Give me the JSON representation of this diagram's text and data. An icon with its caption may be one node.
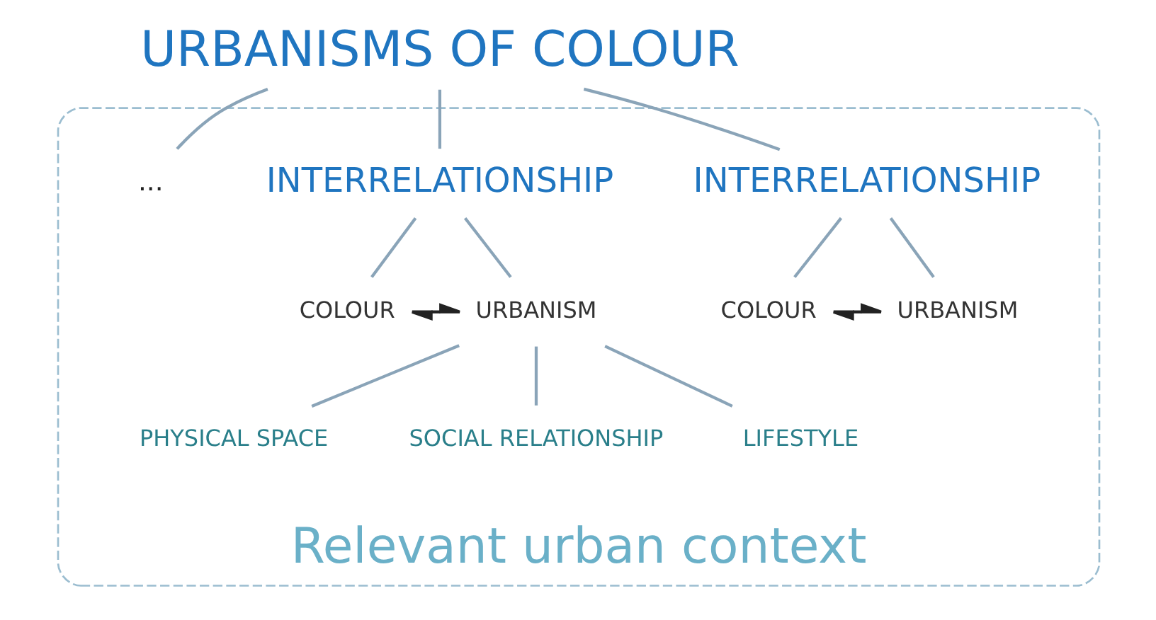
{
  "diagram": {
    "nodes": [
      {
        "text": [
          "URBANISMS OF COLOUR"
        ]
      },
      {
        "text": [
          "Relevant urban context"
        ]
      },
      {
        "text": [
          "INTERRELATIONSHIP"
        ],
        "in": 1
      },
      {
        "text": [
          "COLOUR"
        ],
        "in": 1
      },
      {
        "text": [
          "URBANISM"
        ],
        "in": 1
      },
      {
        "text": [
          "INTERRELATIONSHIP"
        ],
        "in": 1
      },
      {
        "text": [
          "COLOUR"
        ],
        "in": 1
      },
      {
        "text": [
          "URBANISM"
        ],
        "in": 1
      },
      {
        "text": [
          "PHYSICAL SPACE"
        ],
        "in": 1
      },
      {
        "text": [
          "SOCIAL RELATIONSHIP"
        ],
        "in": 1
      },
      {
        "text": [
          "LIFESTYLE"
        ],
        "in": 1
      },
      {
        "text": [
          "..."
        ],
        "in": 1
      }
    ],
    "edges": [
      {
        "from": 0,
        "to": 2,
        "arrow": "none"
      },
      {
        "from": 0,
        "to": 5,
        "arrow": "none"
      },
      {
        "from": 0,
        "to": 11,
        "arrow": "none"
      },
      {
        "from": 2,
        "to": 3,
        "arrow": "none"
      },
      {
        "from": 2,
        "to": 4,
        "arrow": "none"
      },
      {
        "from": 3,
        "to": 4,
        "arrow": "both",
        "color": "#222222"
      },
      {
        "from": 5,
        "to": 6,
        "arrow": "none"
      },
      {
        "from": 5,
        "to": 7,
        "arrow": "none"
      },
      {
        "from": 6,
        "to": 7,
        "arrow": "both",
        "color": "#222222"
      },
      {
        "from": 7,
        "to": 8,
        "arrow": "none"
      },
      {
        "from": 7,
        "to": 9,
        "arrow": "none"
      },
      {
        "from": 7,
        "to": 10,
        "arrow": "none"
      }
    ]
  }
}
